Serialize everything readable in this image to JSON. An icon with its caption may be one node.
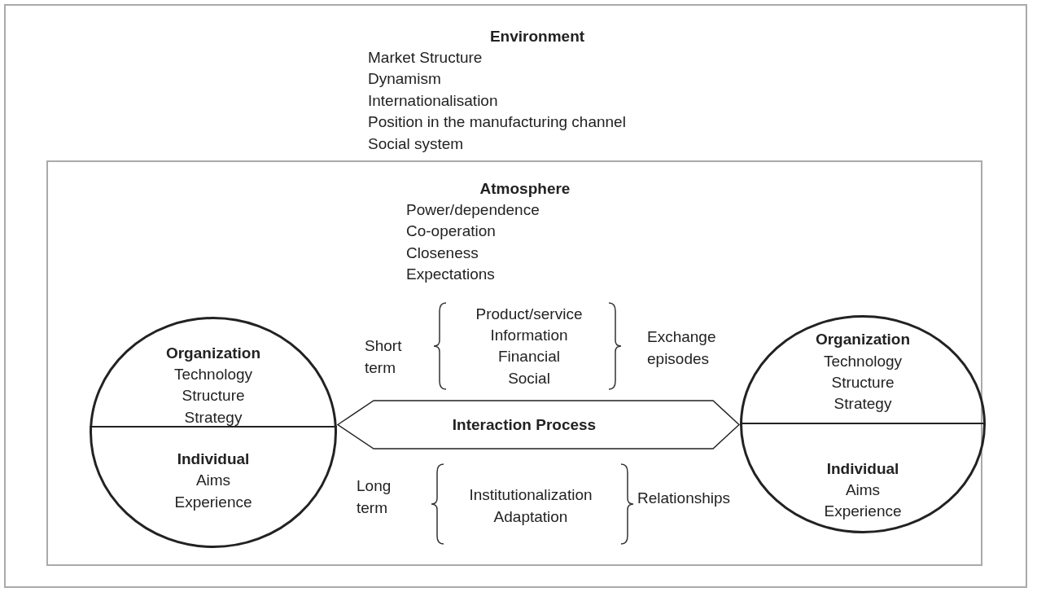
{
  "diagram": {
    "nodes": [
      {
        "text": [
          "Environment",
          "Market Structure",
          "Dynamism",
          "Internationalisation",
          "Position in the manufacturing channel",
          "Social system"
        ]
      },
      {
        "text": [
          "Atmosphere",
          "Power/dependence",
          "Co-operation",
          "Closeness",
          "Expectations"
        ],
        "in": 0
      },
      {
        "text": [
          "Organization",
          "Technology",
          "Structure",
          "Strategy"
        ],
        "in": 1
      },
      {
        "text": [
          "Individual",
          "Aims",
          "Experience"
        ],
        "in": 1
      },
      {
        "text": [
          "Interaction Process"
        ],
        "in": 1
      },
      {
        "text": [
          "Organization",
          "Technology",
          "Structure",
          "Strategy"
        ],
        "in": 1
      },
      {
        "text": [
          "Individual",
          "Aims",
          "Experience"
        ],
        "in": 1
      }
    ],
    "labels": [
      "Short term",
      "Product/service",
      "Information",
      "Financial",
      "Social",
      "Exchange episodes",
      "Long term",
      "Institutionalization",
      "Adaptation",
      "Relationships"
    ]
  }
}
